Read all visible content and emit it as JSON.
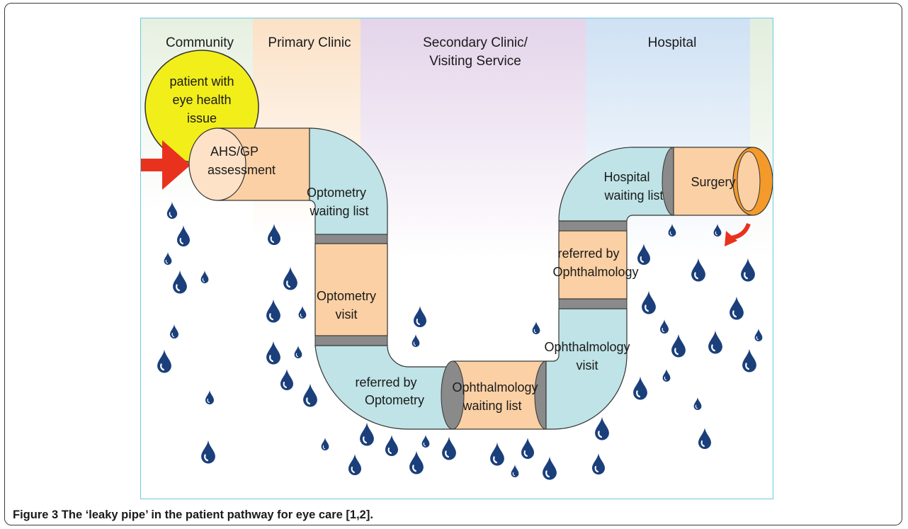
{
  "zones": {
    "community": "Community",
    "primary": "Primary Clinic",
    "secondary_line1": "Secondary Clinic/",
    "secondary_line2": "Visiting Service",
    "hospital": "Hospital"
  },
  "patient_bubble": {
    "line1": "patient with",
    "line2": "eye health",
    "line3": "issue"
  },
  "stages": {
    "ahs_gp_line1": "AHS/GP",
    "ahs_gp_line2": "assessment",
    "opt_wait_line1": "Optometry",
    "opt_wait_line2": "waiting list",
    "opt_visit_line1": "Optometry",
    "opt_visit_line2": "visit",
    "ref_opt_line1": "referred by",
    "ref_opt_line2": "Optometry",
    "oph_wait_line1": "Ophthalmology",
    "oph_wait_line2": "waiting list",
    "oph_visit_line1": "Ophthalmology",
    "oph_visit_line2": "visit",
    "ref_oph_line1": "referred by",
    "ref_oph_line2": "Ophthalmology",
    "hosp_wait_line1": "Hospital",
    "hosp_wait_line2": "waiting list",
    "surgery": "Surgery"
  },
  "caption": {
    "label": "Figure 3",
    "text": "The ‘leaky pipe’ in the patient pathway for eye care [1,2]."
  },
  "colors": {
    "orange_segment": "#fbd0a4",
    "blue_segment": "#bfe3e6",
    "gray_joint": "#8a8a8a",
    "drop": "#1a3f7a",
    "arrow_red": "#e8321e",
    "bubble_yellow": "#f2ee1a",
    "surgery_cap": "#f39a2a"
  }
}
